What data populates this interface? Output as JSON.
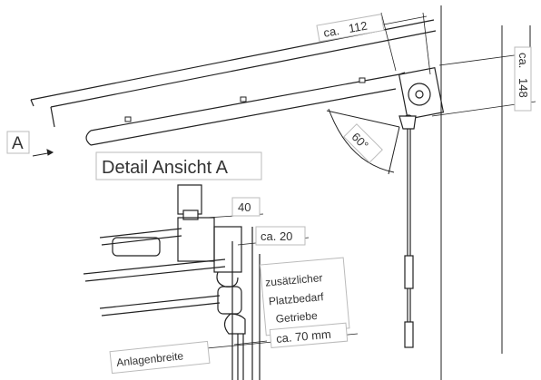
{
  "dimensions": {
    "ca_112": {
      "prefix": "ca.",
      "value": "112"
    },
    "ca_148": {
      "prefix": "ca.",
      "value": "148"
    },
    "angle": "60°",
    "d40": "40",
    "ca_20": "ca. 20",
    "ca_70": "ca. 70 mm"
  },
  "view": {
    "marker": "A",
    "detail_title": "Detail Ansicht A"
  },
  "notes": {
    "line1": "zusätzlicher",
    "line2": "Platzbedarf",
    "line3": "Getriebe"
  },
  "labels": {
    "anlagenbreite": "Anlagenbreite"
  },
  "colors": {
    "line": "#222222",
    "dim_box": "#bbbbbb",
    "text": "#333333"
  }
}
